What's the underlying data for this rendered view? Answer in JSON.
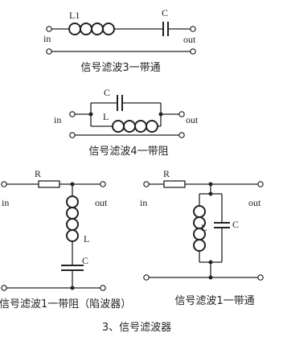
{
  "circuits": {
    "c1": {
      "in": "in",
      "out": "out",
      "inductor": "L1",
      "capacitor": "C",
      "caption": "信号滤波3一带通"
    },
    "c2": {
      "in": "in",
      "out": "out",
      "inductor": "L",
      "capacitor": "C",
      "caption": "信号滤波4一带阻"
    },
    "c3": {
      "in": "in",
      "out": "out",
      "resistor": "R",
      "inductor": "L",
      "capacitor": "C",
      "caption": "信号滤波1一带阻（陷波器）"
    },
    "c4": {
      "in": "in",
      "out": "out",
      "resistor": "R",
      "inductor": "L",
      "capacitor": "C",
      "caption": "信号滤波1一带通"
    }
  },
  "figure_caption": "3、信号滤波器"
}
